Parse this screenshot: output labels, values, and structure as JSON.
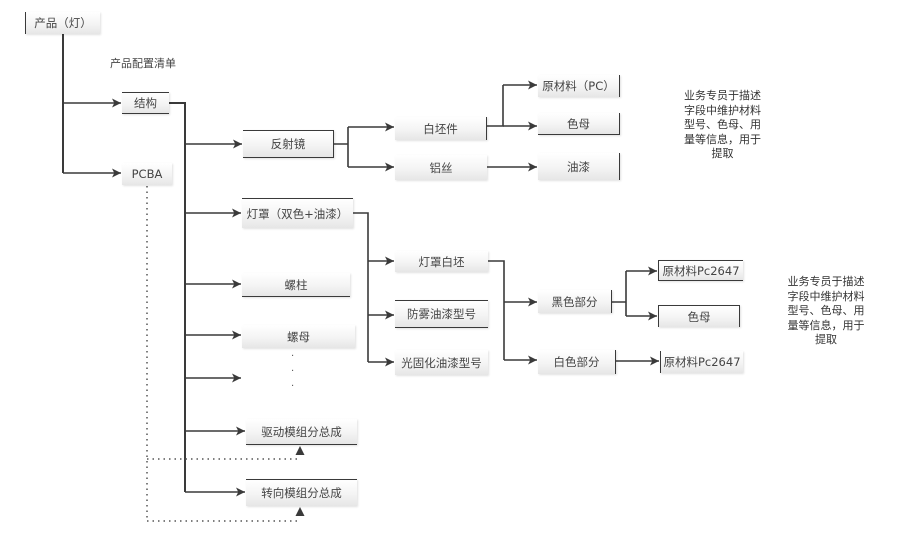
{
  "diagram": {
    "caption": "产品配置清单",
    "nodes": {
      "root": "产品（灯）",
      "structure": "结构",
      "pcba": "PCBA",
      "reflector": "反射镜",
      "lampshade": "灯罩（双色+油漆）",
      "stud": "螺柱",
      "nut": "螺母",
      "drive_module": "驱动模组分总成",
      "steering_module": "转向模组分总成",
      "white_blank": "白坯件",
      "aluminum_wire": "铝丝",
      "raw_material_pc": "原材料（PC）",
      "masterbatch_reflector": "色母",
      "paint": "油漆",
      "lampshade_blank": "灯罩白坯",
      "antifog_paint_model": "防雾油漆型号",
      "uv_paint_model": "光固化油漆型号",
      "black_part": "黑色部分",
      "white_part": "白色部分",
      "raw_material_black": "原材料Pc2647",
      "masterbatch_black": "色母",
      "raw_material_white": "原材料Pc2647"
    },
    "ellipsis_dots": [
      "·",
      "·",
      "·"
    ],
    "notes": [
      {
        "lines": [
          "业务专员于描述",
          "字段中维护材料",
          "型号、色母、用",
          "量等信息，用于",
          "提取"
        ]
      },
      {
        "lines": [
          "业务专员于描述",
          "字段中维护材料",
          "型号、色母、用",
          "量等信息，用于",
          "提取"
        ]
      }
    ]
  }
}
